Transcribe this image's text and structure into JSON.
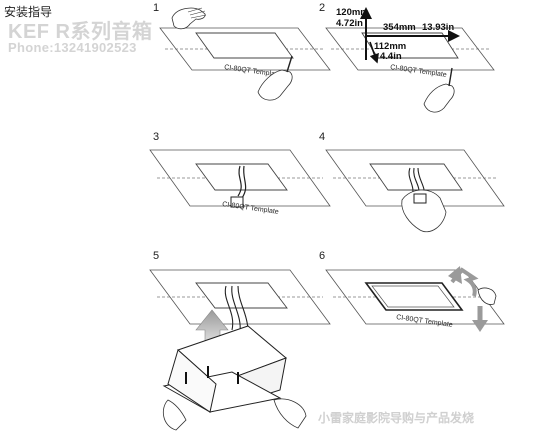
{
  "header": {
    "title": "安装指导",
    "watermark_line1": "KEF R系列音箱",
    "watermark_line2": "Phone:13241902523"
  },
  "steps": [
    {
      "number": "1"
    },
    {
      "number": "2"
    },
    {
      "number": "3"
    },
    {
      "number": "4"
    },
    {
      "number": "5"
    },
    {
      "number": "6"
    }
  ],
  "template_label": "CI-80QT Template",
  "dimensions": {
    "height_mm": "120mm",
    "height_in": "4.72in",
    "width_mm": "354mm",
    "width_in": "13.93in",
    "depth_mm": "112mm",
    "depth_in": "4.4in"
  },
  "footer": {
    "watermark": "小雷家庭影院导购与产品发烧"
  }
}
